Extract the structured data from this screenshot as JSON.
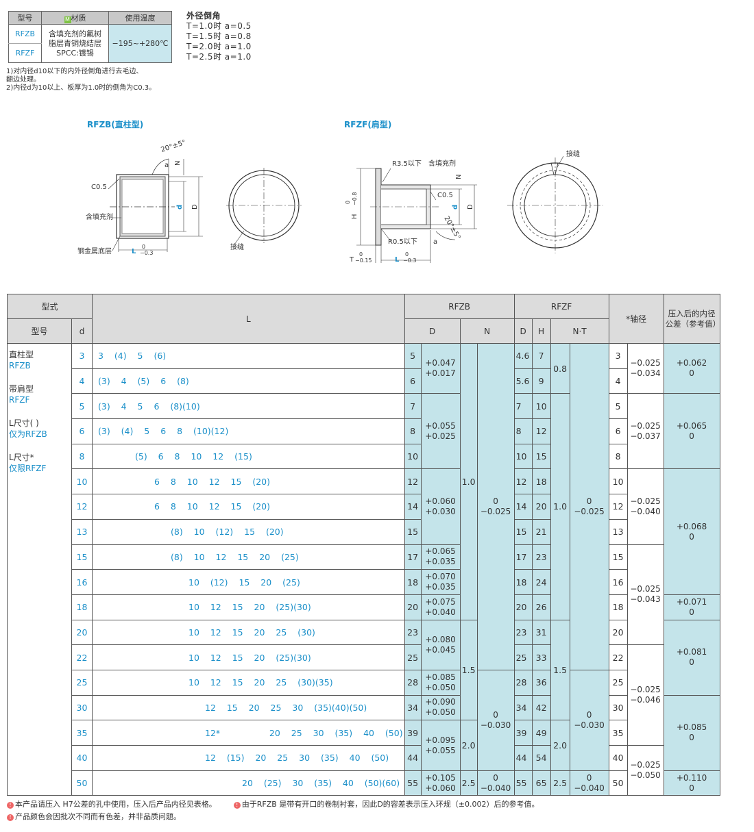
{
  "material_table": {
    "headers": [
      "型号",
      "材质",
      "使用温度"
    ],
    "rows": [
      {
        "model": "RFZB",
        "material": "含填充剂的氟树脂层青铜烧结层SPCC:镀锡",
        "temp": "−195~+280℃"
      },
      {
        "model": "RFZF"
      }
    ],
    "material_lines": [
      "含填充剂的氟树",
      "脂层青铜烧结层",
      "SPCC:镀锡"
    ]
  },
  "chamfer": {
    "title": "外径倒角",
    "lines": [
      "T=1.0时  a=0.5",
      "T=1.5时  a=0.8",
      "T=2.0时  a=1.0",
      "T=2.5时  a=1.0"
    ]
  },
  "notes": [
    "1)对内径d10以下的内外径倒角进行去毛边、",
    "   翻边处理。",
    "2)内径d为10以上、板厚为1.0时的倒角为C0.3。"
  ],
  "drawings": {
    "rfzb_title": "RFZB(直柱型)",
    "rfzf_title": "RFZF(肩型)",
    "labels": {
      "angle": "20°±5°",
      "a": "a",
      "n": "N",
      "c05": "C0.5",
      "filler": "含填充剂",
      "steel": "钢金属底层",
      "d": "d",
      "D": "D",
      "L": "L",
      "tol_l": "−0.3",
      "zero": "0",
      "seam": "接缝",
      "r35": "R3.5以下",
      "r05": "R0.5以下",
      "H": "H",
      "tol_h": "−0.8",
      "T": "T",
      "tol_t": "−0.15"
    }
  },
  "table": {
    "h_type": "型式",
    "h_model": "型号",
    "h_d": "d",
    "h_L": "L",
    "h_rfzb": "RFZB",
    "h_rfzf": "RFZF",
    "h_D": "D",
    "h_N": "N",
    "h_H": "H",
    "h_NT": "N·T",
    "h_shaft": "*轴径",
    "h_press": "压入后的内径公差（参考值）",
    "type_col": [
      "直柱型",
      "RFZB",
      "带肩型",
      "RFZF",
      "L尺寸( )",
      "仅为RFZB",
      "L尺寸*",
      "仅限RFZF"
    ],
    "rows": [
      {
        "d": "3",
        "L": "3  (4)  5  (6)",
        "D": "5",
        "H": "7",
        "Df": "4.6",
        "shaft": "3"
      },
      {
        "d": "4",
        "L": "(3)  4  (5)  6  (8)",
        "D": "6",
        "H": "9",
        "Df": "5.6",
        "shaft": "4"
      },
      {
        "d": "5",
        "L": "(3)  4  5  6  (8)(10)",
        "D": "7",
        "H": "10",
        "Df": "7",
        "shaft": "5"
      },
      {
        "d": "6",
        "L": "(3)  (4)  5  6  8  (10)(12)",
        "D": "8",
        "H": "12",
        "Df": "8",
        "shaft": "6"
      },
      {
        "d": "8",
        "L": "(5)  6  8  10  12  (15)",
        "D": "10",
        "H": "15",
        "Df": "10",
        "shaft": "8"
      },
      {
        "d": "10",
        "L": "6  8  10  12  15  (20)",
        "D": "12",
        "H": "18",
        "Df": "12",
        "shaft": "10"
      },
      {
        "d": "12",
        "L": "6  8  10  12  15  (20)",
        "D": "14",
        "H": "20",
        "Df": "14",
        "shaft": "12"
      },
      {
        "d": "13",
        "L": "(8)  10  (12)  15  (20)",
        "D": "15",
        "H": "21",
        "Df": "15",
        "shaft": "13"
      },
      {
        "d": "15",
        "L": "(8)  10  12  15  20  (25)",
        "D": "17",
        "H": "23",
        "Df": "17",
        "shaft": "15"
      },
      {
        "d": "16",
        "L": "10  (12)  15  20  (25)",
        "D": "18",
        "H": "24",
        "Df": "18",
        "shaft": "16"
      },
      {
        "d": "18",
        "L": "10  12  15  20  (25)(30)",
        "D": "20",
        "H": "26",
        "Df": "20",
        "shaft": "18"
      },
      {
        "d": "20",
        "L": "10  12  15  20  25  (30)",
        "D": "23",
        "H": "31",
        "Df": "23",
        "shaft": "20"
      },
      {
        "d": "22",
        "L": "10  12  15  20  (25)(30)",
        "D": "25",
        "H": "33",
        "Df": "25",
        "shaft": "22"
      },
      {
        "d": "25",
        "L": "10  12  15  20  25  (30)(35)",
        "D": "28",
        "H": "36",
        "Df": "28",
        "shaft": "25"
      },
      {
        "d": "30",
        "L": "12  15  20  25  30  (35)(40)(50)",
        "D": "34",
        "H": "42",
        "Df": "34",
        "shaft": "30"
      },
      {
        "d": "35",
        "L": "12*         20  25  30  (35)  40  (50)",
        "D": "39",
        "H": "49",
        "Df": "39",
        "shaft": "35"
      },
      {
        "d": "40",
        "L": "12  (15)  20  25  30  (35)  40  (50)",
        "D": "44",
        "H": "54",
        "Df": "44",
        "shaft": "40"
      },
      {
        "d": "50",
        "L": "20  (25)  30  (35)  40  (50)(60)",
        "D": "55",
        "H": "65",
        "Df": "55",
        "shaft": "50"
      }
    ],
    "dtol": [
      "+0.047\n+0.017",
      "+0.055\n+0.025",
      "+0.060\n+0.030",
      "+0.065\n+0.035",
      "+0.070\n+0.035",
      "+0.075\n+0.040",
      "+0.080\n+0.045",
      "+0.085\n+0.050",
      "+0.090\n+0.050",
      "+0.095\n+0.055",
      "+0.105\n+0.060"
    ],
    "n_vals": [
      "1.0",
      "1.5",
      "2.0",
      "2.5"
    ],
    "n_tol": [
      "0\n−0.025",
      "0\n−0.030",
      "0\n−0.040"
    ],
    "nt_vals": [
      "0.8",
      "1.0",
      "1.5",
      "2.0",
      "2.5"
    ],
    "shaft_tol": [
      "−0.025\n−0.034",
      "−0.025\n−0.037",
      "−0.025\n−0.040",
      "−0.025\n−0.043",
      "−0.025\n−0.046",
      "−0.025\n−0.050"
    ],
    "press_tol": [
      "+0.062\n0",
      "+0.065\n0",
      "+0.068\n0",
      "+0.071\n0",
      "+0.081\n0",
      "+0.085\n0",
      "+0.110\n0"
    ]
  },
  "footnotes": [
    "本产品请压入 H7公差的孔中使用，压入后产品内径见表格。",
    "由于RFZB 是带有开口的卷制衬套，因此D的容差表示压入环规（±0.002）后的参考值。",
    "产品颜色会因批次不同而有色差，并非品质问题。"
  ],
  "colors": {
    "accent": "#1a8fc9",
    "cyan": "#c4e4ea",
    "header": "#dcdcdc"
  }
}
